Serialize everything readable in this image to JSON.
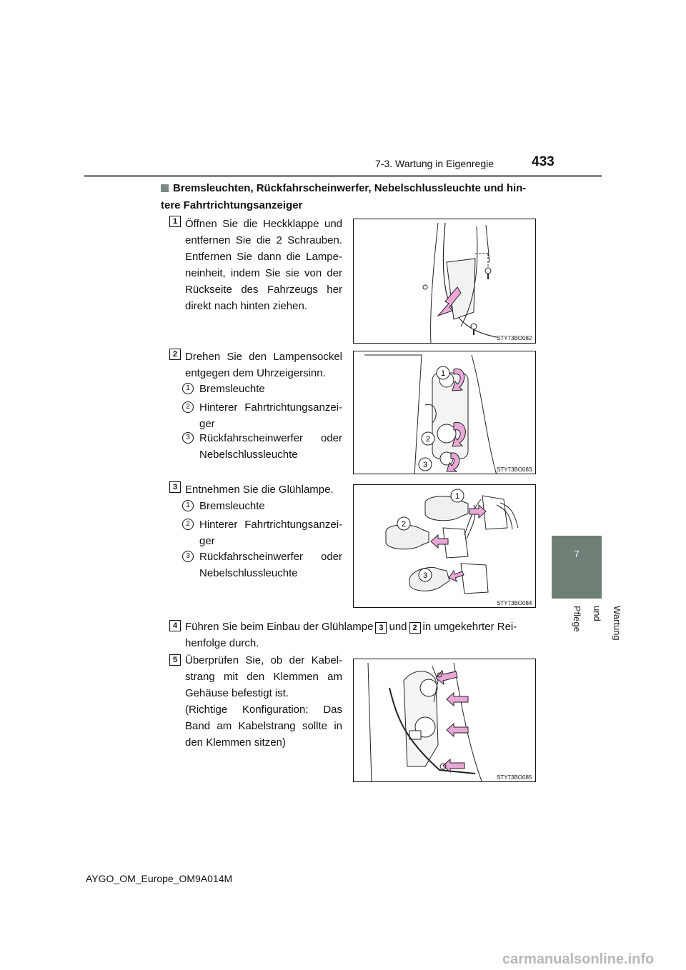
{
  "header": {
    "section": "7-3. Wartung in Eigenregie",
    "page_number": "433"
  },
  "side_tab": {
    "chapter_number": "7",
    "chapter_label": "Wartung und Pflege"
  },
  "section_title": "Bremsleuchten, Rückfahrscheinwerfer, Nebelschlussleuchte und hin-tere Fahrtrichtungsanzeiger",
  "steps": [
    {
      "number": "1",
      "text": "Öffnen Sie die Heckklappe und entfernen Sie die 2 Schrauben. Entfernen Sie dann die Lampe-neinheit, indem Sie sie von der Rückseite des Fahrzeugs her direkt nach hinten ziehen.",
      "figure_code": "STY73BO082"
    },
    {
      "number": "2",
      "text": "Drehen Sie den Lampensockel entgegen dem Uhrzeigersinn.",
      "figure_code": "STY73BO083",
      "items": [
        {
          "num": "1",
          "label": "Bremsleuchte"
        },
        {
          "num": "2",
          "label": "Hinterer Fahrtrichtungsanzei-ger"
        },
        {
          "num": "3",
          "label": "Rückfahrscheinwerfer oder Nebelschlussleuchte"
        }
      ]
    },
    {
      "number": "3",
      "text": "Entnehmen Sie die Glühlampe.",
      "figure_code": "STY73BO084",
      "items": [
        {
          "num": "1",
          "label": "Bremsleuchte"
        },
        {
          "num": "2",
          "label": "Hinterer Fahrtrichtungsanzei-ger"
        },
        {
          "num": "3",
          "label": "Rückfahrscheinwerfer oder Nebelschlussleuchte"
        }
      ]
    },
    {
      "number": "4",
      "text_before": "Führen Sie beim Einbau der Glühlampe",
      "ref_a": "3",
      "text_middle": "und",
      "ref_b": "2",
      "text_after": "in umgekehrter Rei-henfolge durch."
    },
    {
      "number": "5",
      "text": "Überprüfen Sie, ob der Kabel-strang mit den Klemmen am Gehäuse befestigt ist.",
      "note": "(Richtige Konfiguration: Das Band am Kabelstrang sollte in den Klemmen sitzen)",
      "figure_code": "STY73BO085"
    }
  ],
  "footer": {
    "doc_id": "AYGO_OM_Europe_OM9A014M",
    "watermark": "carmanualsonline.info"
  },
  "colors": {
    "accent": "#7a8a80",
    "arrow": "#e9a8d8",
    "tab": "#6f7f76"
  }
}
